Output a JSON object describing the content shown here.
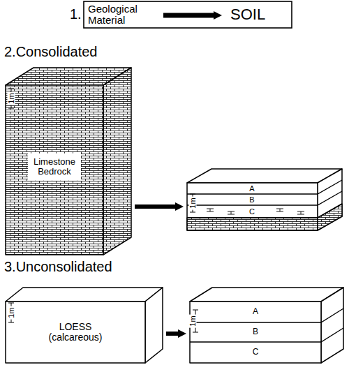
{
  "diagram": {
    "nodes": [
      {
        "text": [
          "Geological Material"
        ]
      },
      {
        "text": [
          "SOIL"
        ]
      },
      {
        "text": [
          "Limestone Bedrock"
        ]
      },
      {
        "text": [
          "A",
          "B",
          "C"
        ]
      },
      {
        "text": [
          "LOESS (calcareous)"
        ]
      },
      {
        "text": [
          "A",
          "B",
          "C"
        ]
      }
    ],
    "edges": [
      {
        "from": 0,
        "to": 1,
        "arrow": "to"
      },
      {
        "from": 2,
        "to": 3,
        "arrow": "to"
      },
      {
        "from": 4,
        "to": 5,
        "arrow": "to"
      }
    ],
    "labels": [
      "1.",
      "2.Consolidated",
      "1m",
      "1m",
      "3.Unconsolidated",
      "1m",
      "1m"
    ]
  }
}
